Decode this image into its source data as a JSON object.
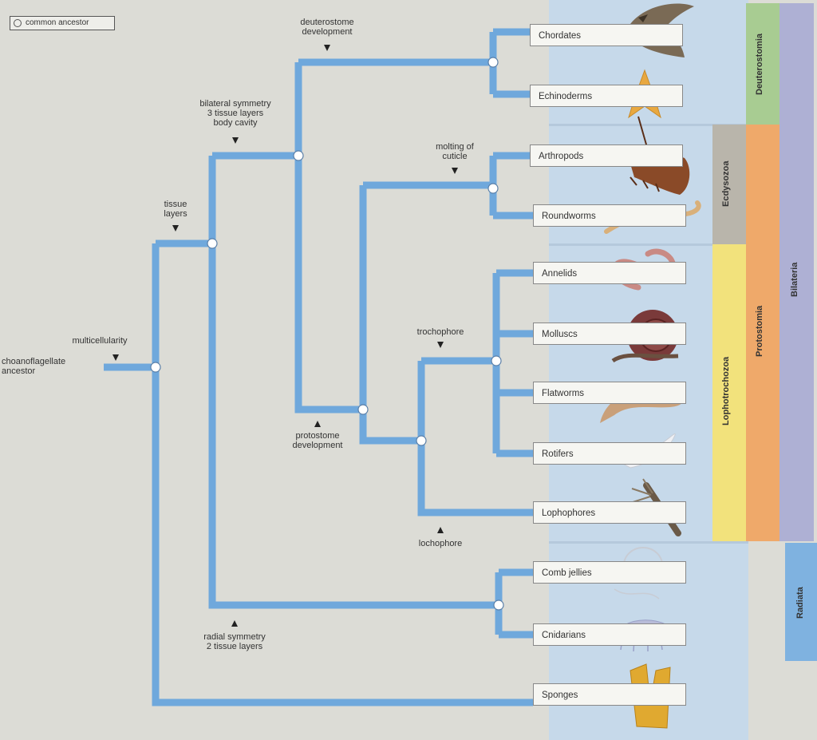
{
  "legend": {
    "label": "common ancestor"
  },
  "colors": {
    "branch": "#6fa8dc",
    "node_fill": "#ffffff",
    "bg": "#dcdcd6",
    "panel": "#c6d9ea",
    "ecdysozoa": "#b9b5ab",
    "lophotrochozoa": "#f2e27c",
    "protostomia": "#efa96a",
    "deuterostomia": "#a8cc92",
    "bilateria": "#aeb0d4",
    "radiata": "#7fb2e0"
  },
  "events": {
    "multicellularity": "multicellularity",
    "choanoflagellate": "choanoflagellate\nancestor",
    "tissue_layers": "tissue\nlayers",
    "bilateral": "bilateral symmetry\n3 tissue layers\nbody cavity",
    "deuterostome": "deuterostome\ndevelopment",
    "protostome": "protostome\ndevelopment",
    "molting": "molting of\ncuticle",
    "trochophore": "trochophore",
    "lochophore": "lochophore",
    "radial": "radial symmetry\n2 tissue layers"
  },
  "taxa": [
    {
      "id": "chordates",
      "label": "Chordates",
      "icon": "bird-icon"
    },
    {
      "id": "echinoderms",
      "label": "Echinoderms",
      "icon": "starfish-icon"
    },
    {
      "id": "arthropods",
      "label": "Arthropods",
      "icon": "lobster-icon"
    },
    {
      "id": "roundworms",
      "label": "Roundworms",
      "icon": "worm-icon"
    },
    {
      "id": "annelids",
      "label": "Annelids",
      "icon": "earthworm-icon"
    },
    {
      "id": "molluscs",
      "label": "Molluscs",
      "icon": "snail-icon"
    },
    {
      "id": "flatworms",
      "label": "Flatworms",
      "icon": "flatworm-icon"
    },
    {
      "id": "rotifers",
      "label": "Rotifers",
      "icon": "rotifer-icon"
    },
    {
      "id": "lophophores",
      "label": "Lophophores",
      "icon": "lophophore-icon"
    },
    {
      "id": "comb_jellies",
      "label": "Comb jellies",
      "icon": "comb-jelly-icon"
    },
    {
      "id": "cnidarians",
      "label": "Cnidarians",
      "icon": "jellyfish-icon"
    },
    {
      "id": "sponges",
      "label": "Sponges",
      "icon": "sponge-icon"
    }
  ],
  "groups": {
    "deuterostomia": "Deuterostomia",
    "ecdysozoa": "Ecdysozoa",
    "lophotrochozoa": "Lophotrochozoa",
    "protostomia": "Protostomia",
    "bilateria": "Bilateria",
    "radiata": "Radiata"
  }
}
